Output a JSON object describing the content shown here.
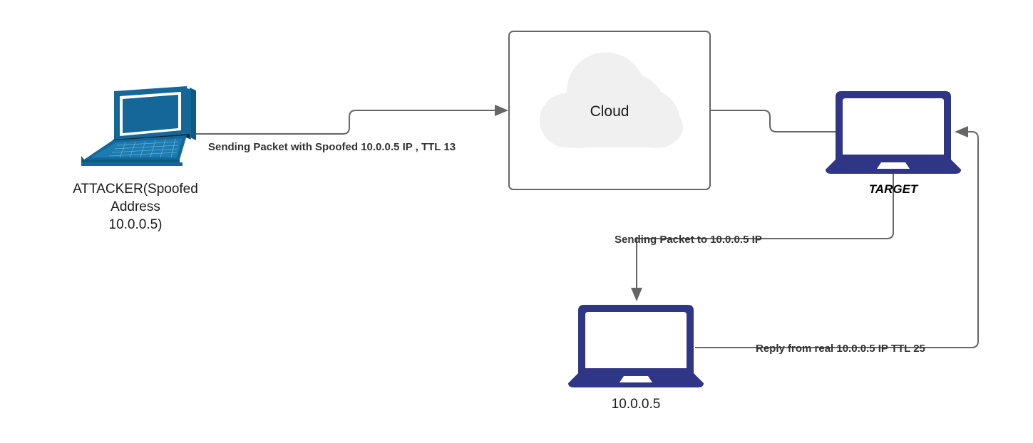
{
  "diagram": {
    "title": "IP spoofing TTL reflection diagram",
    "background": "#ffffff",
    "colors": {
      "attacker_laptop": "#15679A",
      "attacker_laptop_dark": "#0E5A86",
      "device_navy": "#2E3685",
      "connector_gray": "#666666",
      "cloud_fill": "#F0F0F0",
      "box_stroke": "#666666",
      "label_text": "#333333"
    },
    "nodes": [
      {
        "id": "attacker",
        "icon": "isometric-laptop-icon",
        "label_lines": [
          "ATTACKER(Spoofed",
          "Address",
          "10.0.0.5)"
        ]
      },
      {
        "id": "cloud",
        "icon": "cloud-icon",
        "label": "Cloud"
      },
      {
        "id": "target",
        "icon": "laptop-icon",
        "label": "TARGET"
      },
      {
        "id": "victim",
        "icon": "laptop-icon",
        "label": "10.0.0.5"
      }
    ],
    "edges": [
      {
        "id": "attacker-to-cloud",
        "from": "attacker",
        "to": "cloud",
        "label": "Sending Packet with Spoofed 10.0.0.5 IP , TTL 13",
        "arrow": "end"
      },
      {
        "id": "cloud-to-target",
        "from": "cloud",
        "to": "target",
        "label": "",
        "arrow": "none"
      },
      {
        "id": "target-to-victim",
        "from": "target",
        "to": "victim",
        "label": "Sending Packet to 10.0.0.5 IP",
        "arrow": "end"
      },
      {
        "id": "victim-to-target",
        "from": "victim",
        "to": "target",
        "label": "Reply from real 10.0.0.5 IP TTL 25",
        "arrow": "end"
      }
    ]
  }
}
